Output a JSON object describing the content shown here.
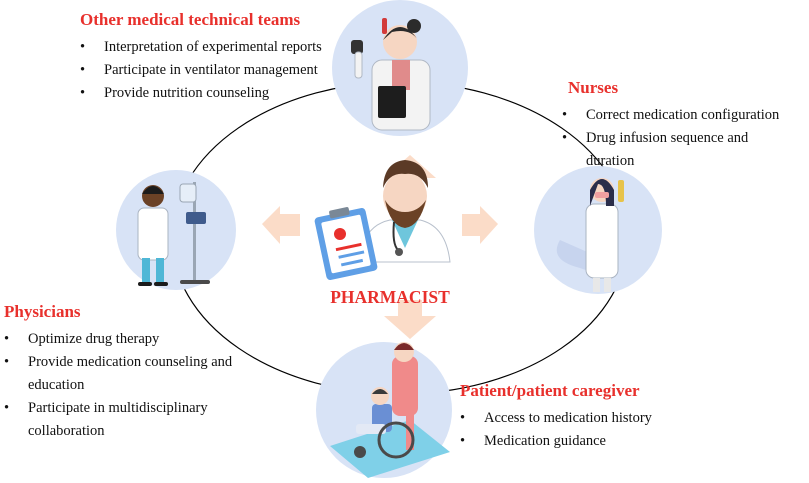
{
  "center": {
    "label": "PHARMACIST"
  },
  "colors": {
    "accent": "#e8302c",
    "node_fill": "#d8e3f6",
    "arrow": "#fbdcc8",
    "ring": "#000000"
  },
  "nodes": {
    "top": {
      "icon": "lab-technician-icon",
      "title": "Other medical technical teams",
      "items": [
        "Interpretation of experimental reports",
        "Participate in ventilator management",
        "Provide nutrition counseling"
      ]
    },
    "right": {
      "icon": "nurse-icon",
      "title": "Nurses",
      "items": [
        "Correct medication configuration",
        "Drug infusion sequence and duration"
      ]
    },
    "left": {
      "icon": "physician-icon",
      "title": "Physicians",
      "items": [
        "Optimize drug therapy",
        "Provide medication counseling and",
        "education",
        "Participate in multidisciplinary",
        "collaboration"
      ]
    },
    "bottom": {
      "icon": "wheelchair-patient-icon",
      "title": "Patient/patient caregiver",
      "items": [
        "Access to medication history",
        "Medication guidance"
      ]
    }
  }
}
